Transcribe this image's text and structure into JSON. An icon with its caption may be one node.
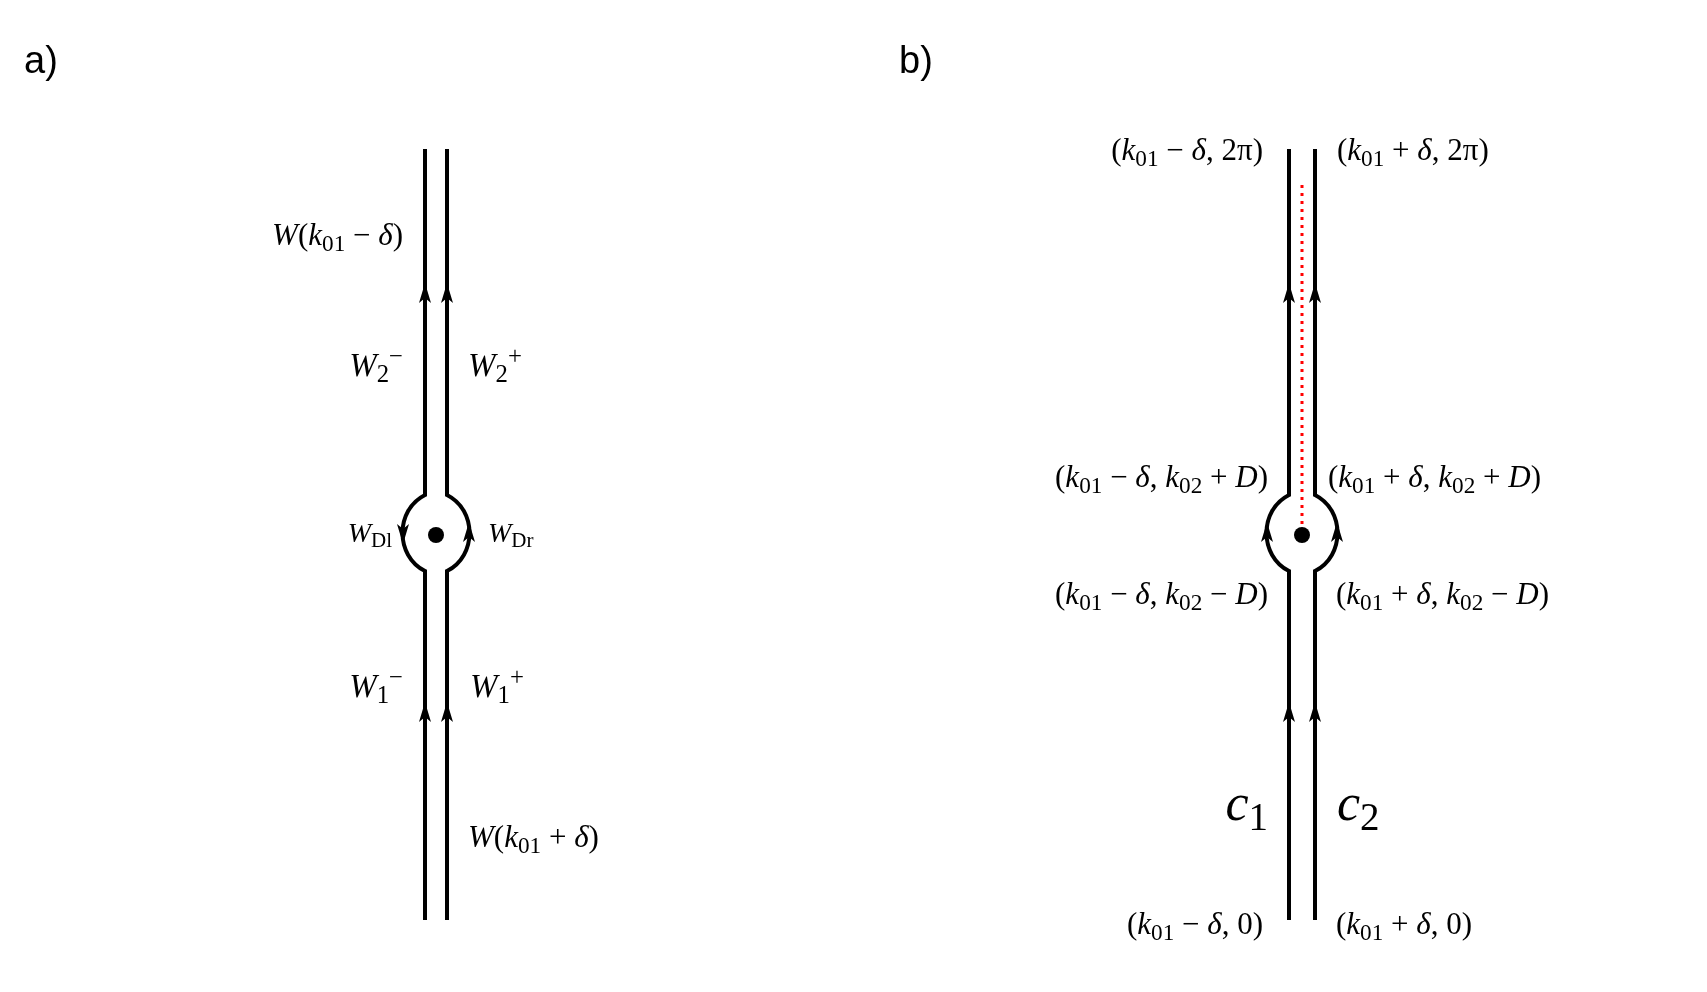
{
  "diagram": {
    "labels": [
      "a)",
      "*W*(*k*$_{01}$ − *δ*)",
      "*W*$_{2}$$^{−}$",
      "*W*$_{2}$$^{+}$",
      "*W*$_{Dl}$",
      "*W*$_{Dr}$",
      "*W*$_{1}$$^{−}$",
      "*W*$_{1}$$^{+}$",
      "*W*(*k*$_{01}$ + *δ*)",
      "b)",
      "(*k*$_{01}$ − *δ*, 2π)",
      "(*k*$_{01}$ + *δ*, 2π)",
      "(*k*$_{01}$ − *δ*, *k*$_{02}$ + *D*)",
      "(*k*$_{01}$ + *δ*, *k*$_{02}$ + *D*)",
      "(*k*$_{01}$ − *δ*, *k*$_{02}$ − *D*)",
      "(*k*$_{01}$ + *δ*, *k*$_{02}$ − *D*)",
      "*c*$_{1}$",
      "*c*$_{2}$",
      "(*k*$_{01}$ − *δ*, 0)",
      "(*k*$_{01}$ + *δ*, 0)"
    ]
  }
}
